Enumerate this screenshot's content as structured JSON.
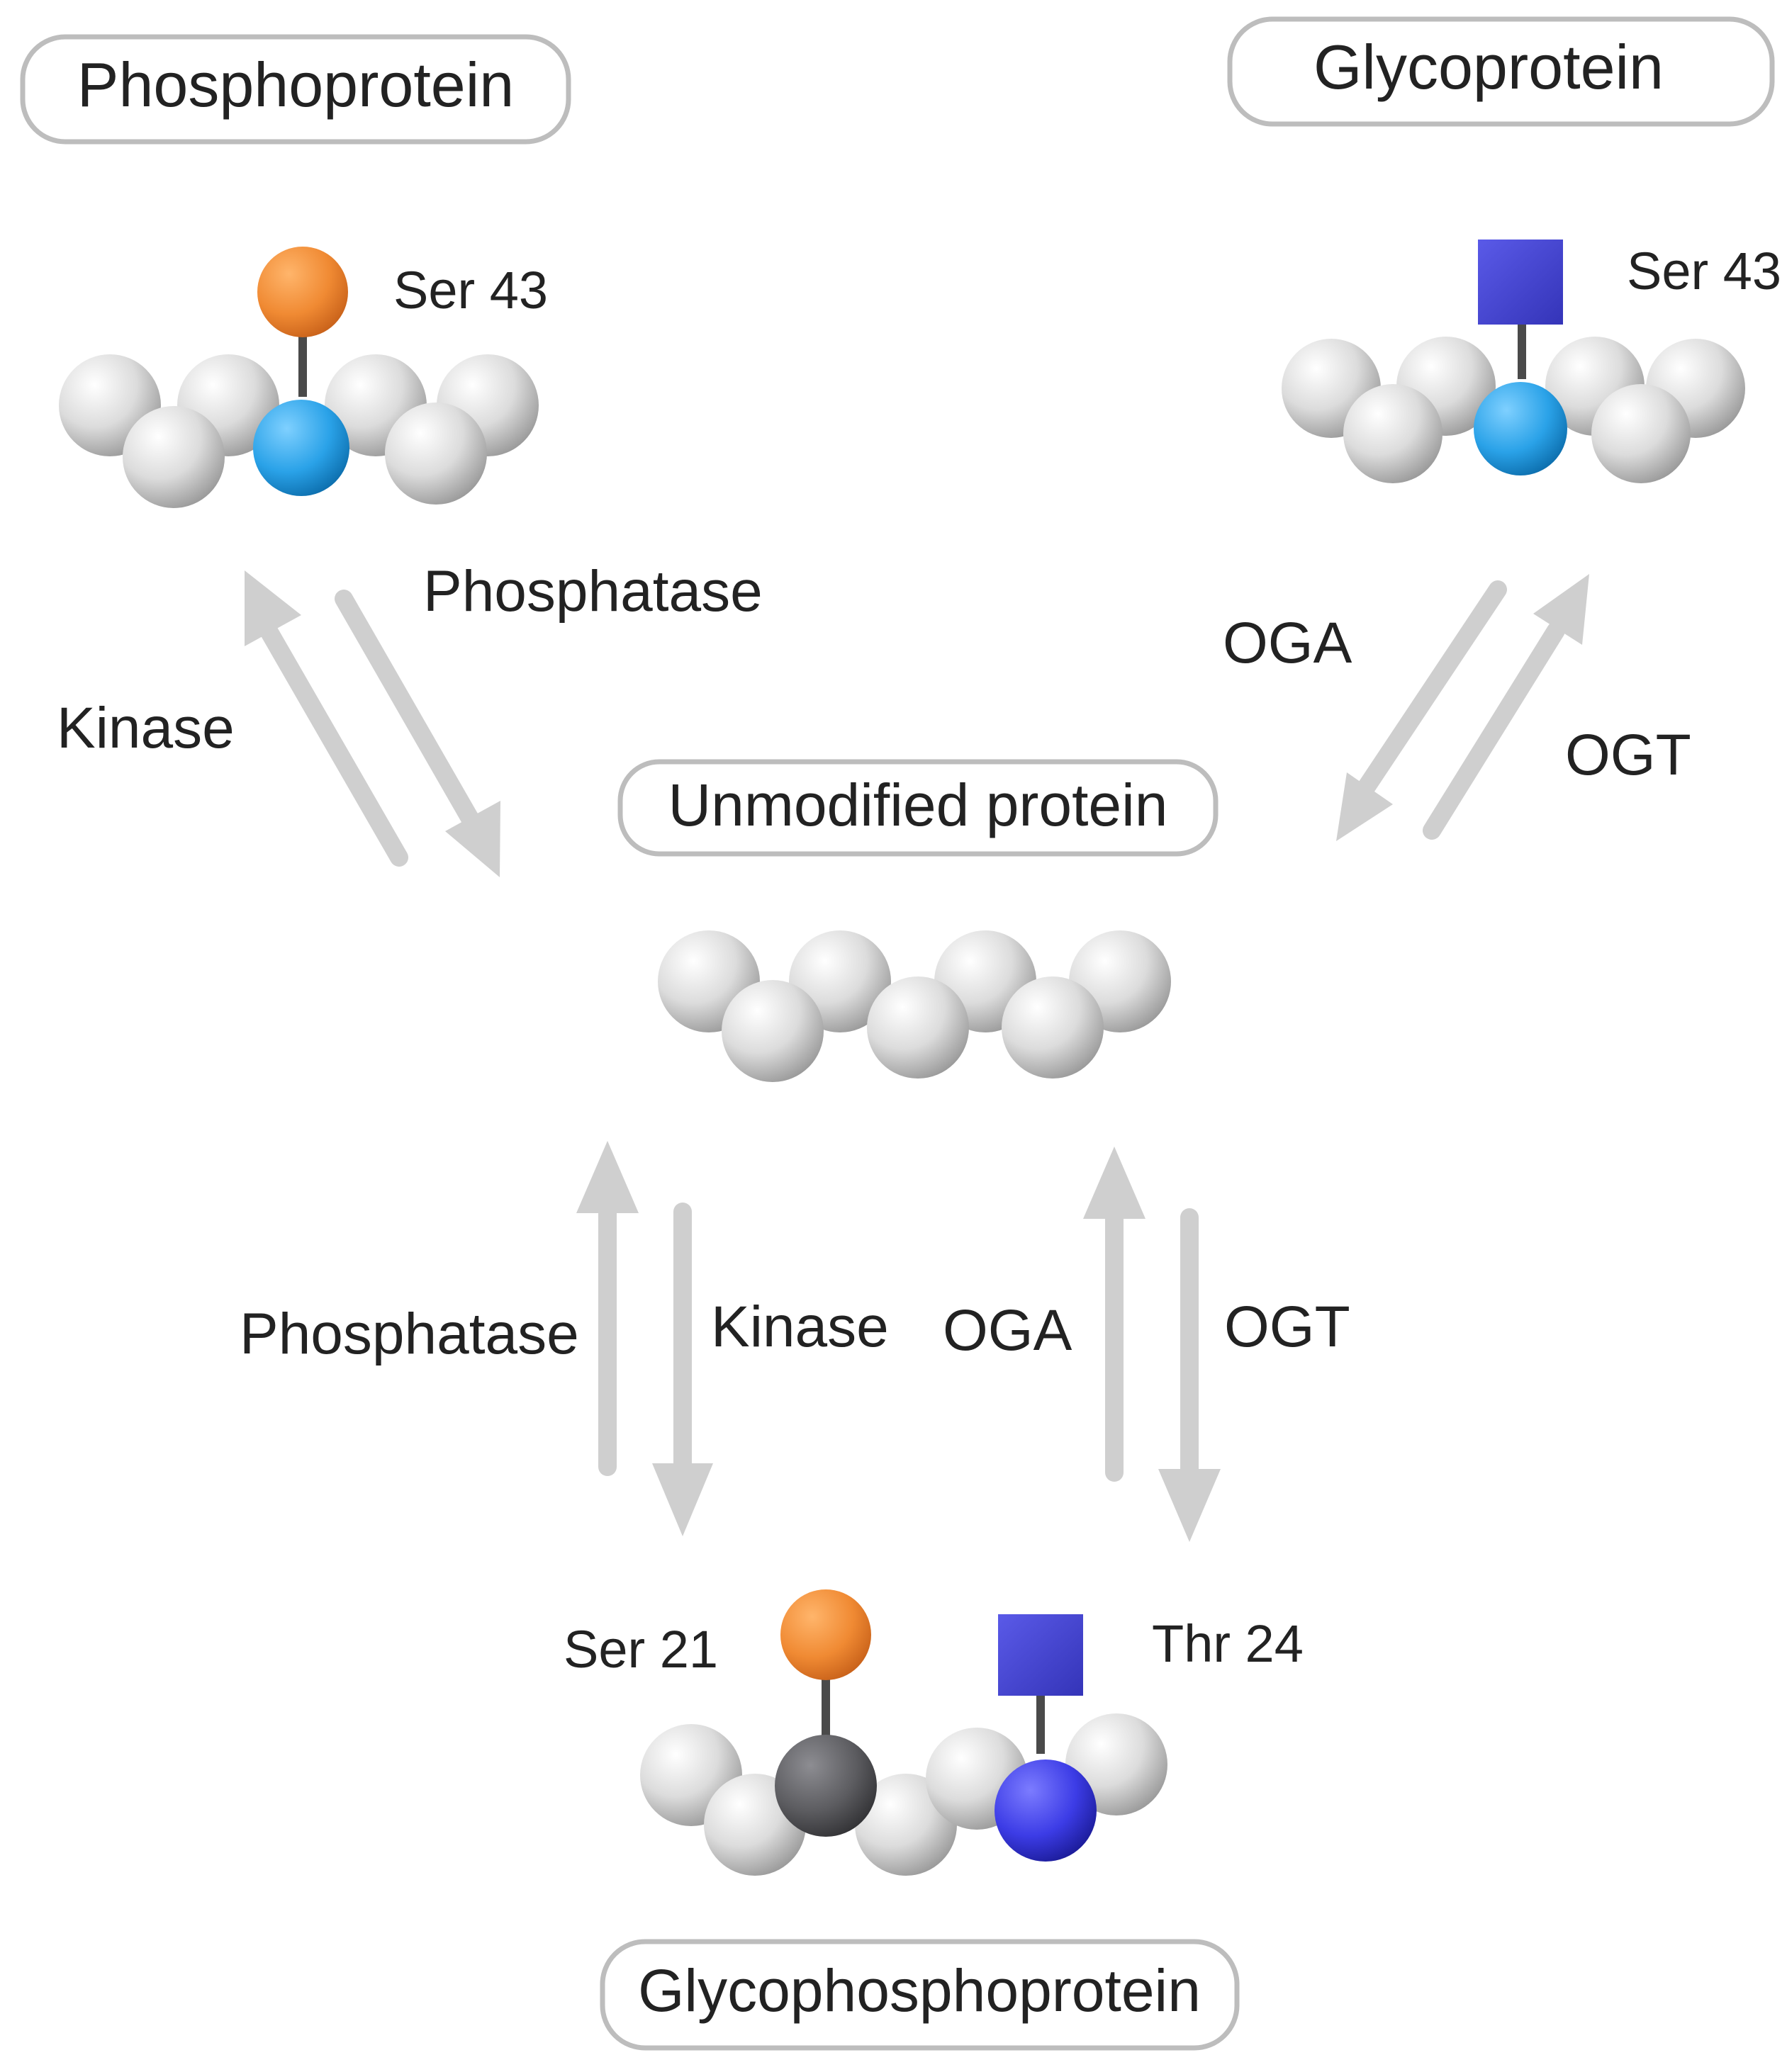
{
  "states": {
    "phosphoprotein": {
      "title": "Phosphoprotein",
      "site": "Ser 43"
    },
    "glycoprotein": {
      "title": "Glycoprotein",
      "site": "Ser 43"
    },
    "unmodified": {
      "title": "Unmodified protein"
    },
    "glycophosphoprotein": {
      "title": "Glycophosphoprotein",
      "site_phospho": "Ser 21",
      "site_glyco": "Thr 24"
    }
  },
  "enzymes": {
    "top_left_forward": "Kinase",
    "top_left_reverse": "Phosphatase",
    "top_right_forward": "OGT",
    "top_right_reverse": "OGA",
    "bottom_left_up": "Phosphatase",
    "bottom_left_down": "Kinase",
    "bottom_right_up": "OGA",
    "bottom_right_down": "OGT"
  },
  "colors": {
    "residue": "#d9d9d9",
    "modified_residue_blue": "#29a3e6",
    "phosphate": "#f08a33",
    "glcnac": "#4a4ad6",
    "glyco_residue_dark": "#3a3ae0",
    "phospho_residue_dark": "#5a5a5e",
    "arrow": "#cfcfcf",
    "box_border": "#bdbdbd"
  },
  "symbols": {
    "phosphate": "orange-circle",
    "glcnac": "blue-square"
  }
}
